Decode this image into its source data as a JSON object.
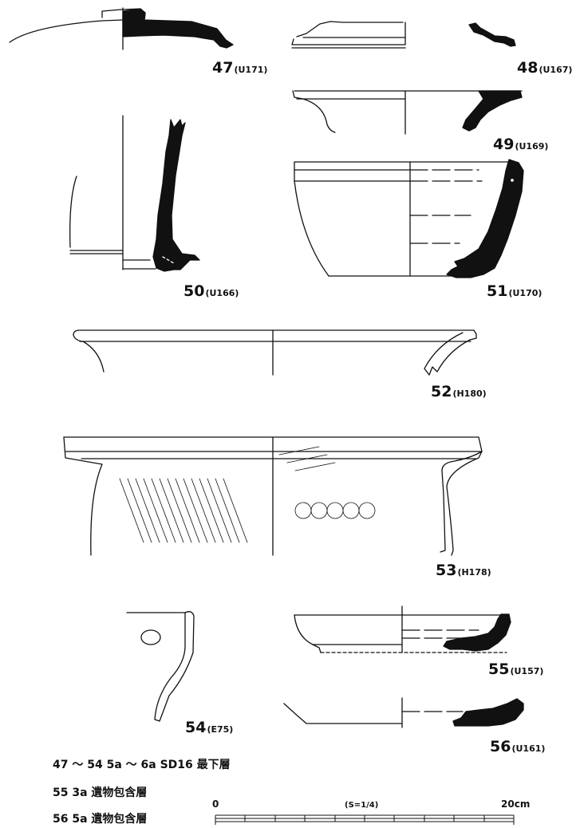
{
  "figures": [
    {
      "number": "47",
      "code": "(U171)"
    },
    {
      "number": "48",
      "code": "(U167)"
    },
    {
      "number": "49",
      "code": "(U169)"
    },
    {
      "number": "50",
      "code": "(U166)"
    },
    {
      "number": "51",
      "code": "(U170)"
    },
    {
      "number": "52",
      "code": "(H180)"
    },
    {
      "number": "53",
      "code": "(H178)"
    },
    {
      "number": "54",
      "code": "(E75)"
    },
    {
      "number": "55",
      "code": "(U157)"
    },
    {
      "number": "56",
      "code": "(U161)"
    }
  ],
  "captions": [
    "47 ～ 54  5a ～ 6a SD16 最下層",
    "55  3a 遺物包含層",
    "56  5a 遺物包含層"
  ],
  "scale": {
    "start": "0",
    "ratio": "(S=1/4)",
    "end": "20cm"
  }
}
